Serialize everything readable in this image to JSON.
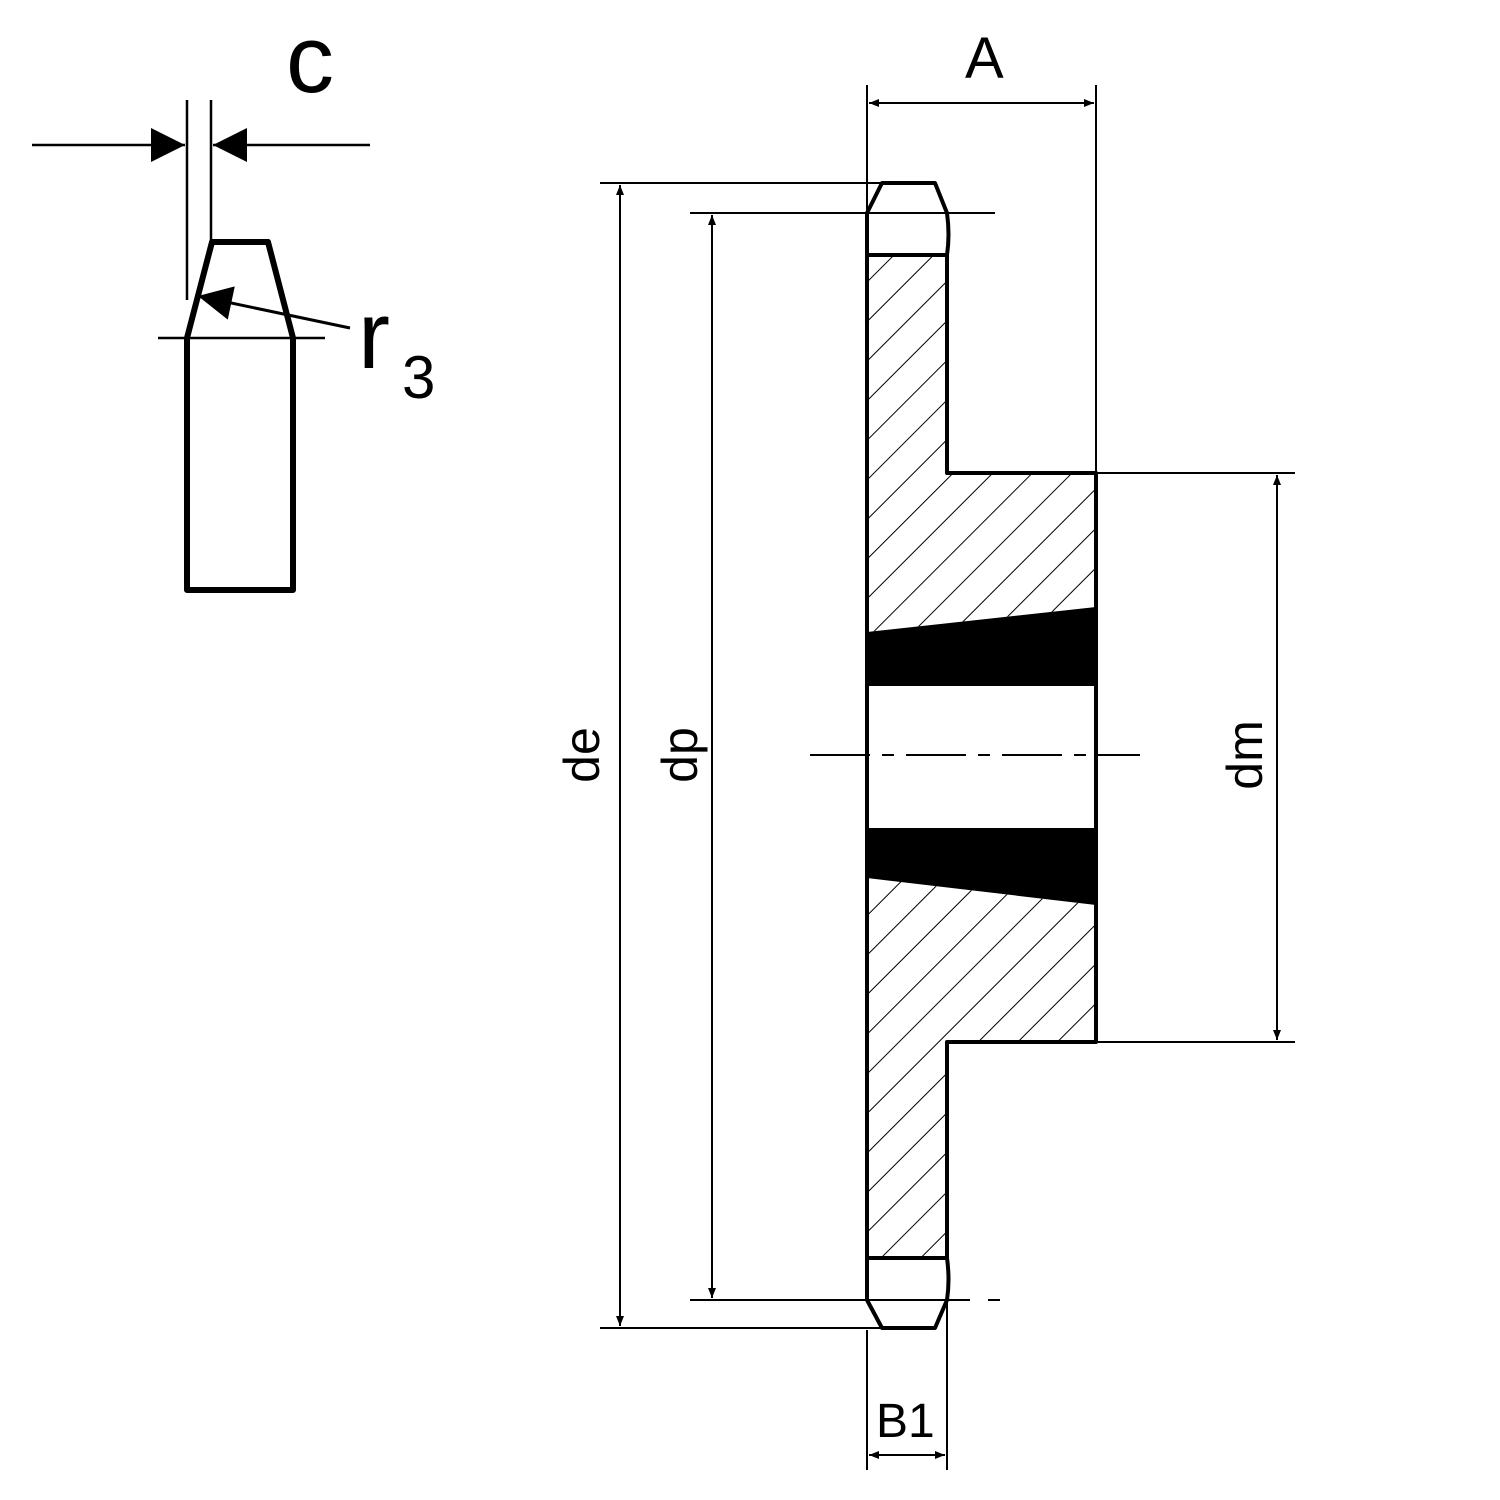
{
  "labels": {
    "c": "c",
    "r": "r",
    "r_sub": "3",
    "A": "A",
    "de": "de",
    "dp": "dp",
    "dm": "dm",
    "B1": "B1"
  },
  "colors": {
    "line": "#000000",
    "background": "#ffffff"
  }
}
